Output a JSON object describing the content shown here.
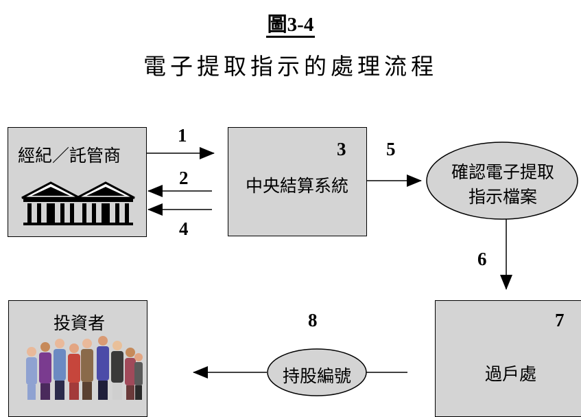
{
  "figure": {
    "label": "圖3-4",
    "title": "電子提取指示的處理流程"
  },
  "nodes": {
    "broker": {
      "label": "經紀／託管商"
    },
    "ccass": {
      "label": "中央結算系統"
    },
    "confirm": {
      "line1": "確認電子提取",
      "line2": "指示檔案"
    },
    "registrar": {
      "label": "過戶處"
    },
    "holding": {
      "label": "持股編號"
    },
    "investor": {
      "label": "投資者"
    }
  },
  "steps": {
    "s1": "1",
    "s2": "2",
    "s3": "3",
    "s4": "4",
    "s5": "5",
    "s6": "6",
    "s7": "7",
    "s8": "8"
  },
  "colors": {
    "box_fill": "#d4d4d4",
    "ellipse_fill": "#d4d4d4",
    "line": "#000000"
  },
  "icons": {
    "bank": "bank-building-icon",
    "people": "people-group-icon"
  }
}
